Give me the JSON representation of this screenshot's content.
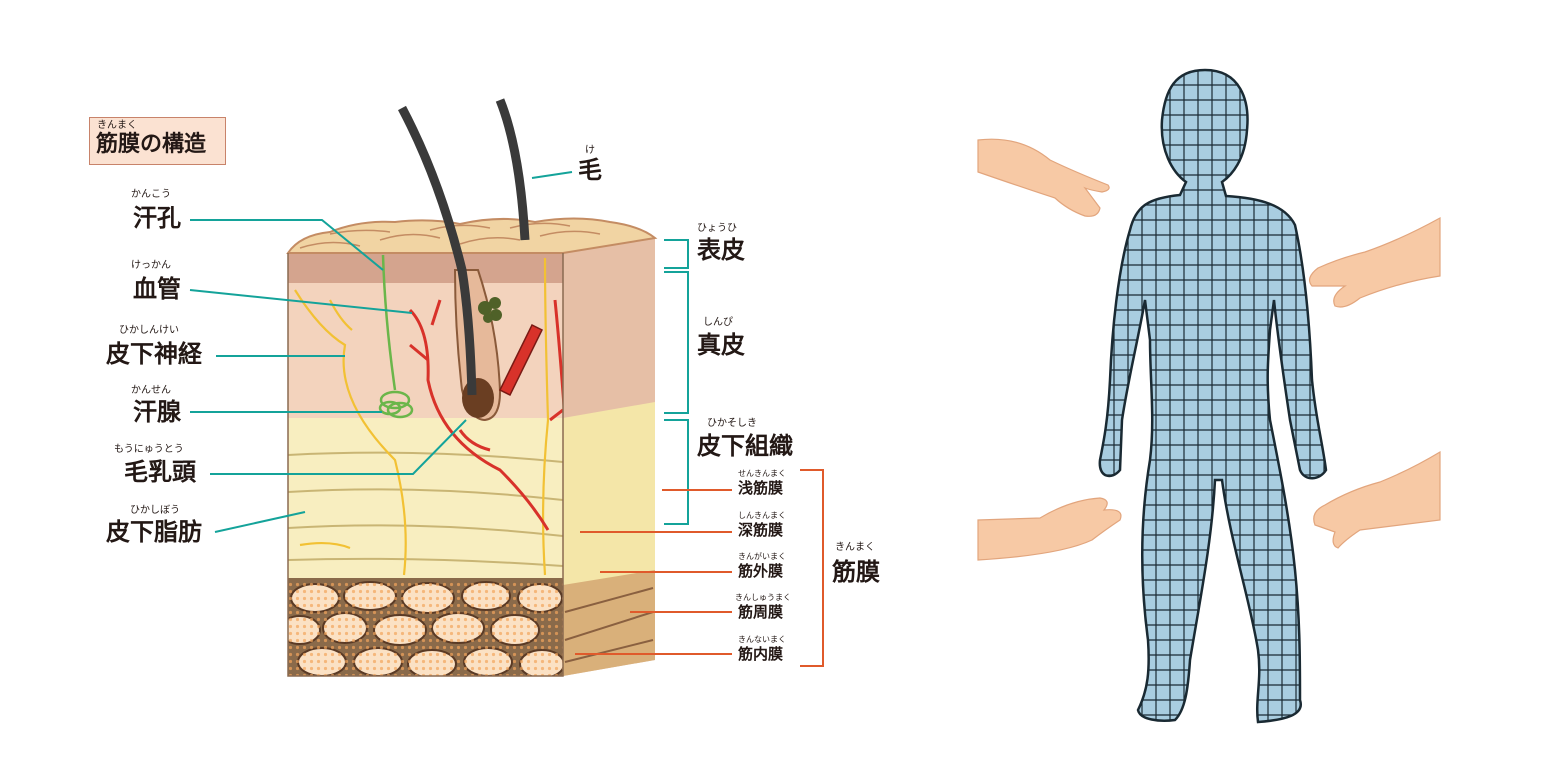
{
  "title": {
    "ruby": "きんまく",
    "text": "筋膜の構造"
  },
  "labels_left": [
    {
      "id": "hair",
      "ruby": "け",
      "text": "毛"
    },
    {
      "id": "sweat-pore",
      "ruby": "かんこう",
      "text": "汗孔"
    },
    {
      "id": "blood-vessel",
      "ruby": "けっかん",
      "text": "血管"
    },
    {
      "id": "subcutaneous-nerve",
      "ruby": "ひかしんけい",
      "text": "皮下神経"
    },
    {
      "id": "sweat-gland",
      "ruby": "かんせん",
      "text": "汗腺"
    },
    {
      "id": "hair-papilla",
      "ruby": "もうにゅうとう",
      "text": "毛乳頭"
    },
    {
      "id": "subcutaneous-fat",
      "ruby": "ひかしぼう",
      "text": "皮下脂肪"
    }
  ],
  "labels_right": [
    {
      "id": "epidermis",
      "ruby": "ひょうひ",
      "text": "表皮"
    },
    {
      "id": "dermis",
      "ruby": "しんぴ",
      "text": "真皮"
    },
    {
      "id": "subcutaneous-tissue",
      "ruby": "ひかそしき",
      "text": "皮下組織"
    }
  ],
  "fascia_layers": [
    {
      "id": "superficial-fascia",
      "ruby": "せんきんまく",
      "text": "浅筋膜"
    },
    {
      "id": "deep-fascia",
      "ruby": "しんきんまく",
      "text": "深筋膜"
    },
    {
      "id": "epimysium",
      "ruby": "きんがいまく",
      "text": "筋外膜"
    },
    {
      "id": "perimysium",
      "ruby": "きんしゅうまく",
      "text": "筋周膜"
    },
    {
      "id": "endomysium",
      "ruby": "きんないまく",
      "text": "筋内膜"
    }
  ],
  "fascia_group": {
    "ruby": "きんまく",
    "text": "筋膜"
  },
  "colors": {
    "leader_teal": "#14a39a",
    "leader_orange": "#e05a2b",
    "skin_mannequin": "#a9cde0",
    "mesh_line": "#1a2a33",
    "hand_skin": "#f7c9a5"
  }
}
